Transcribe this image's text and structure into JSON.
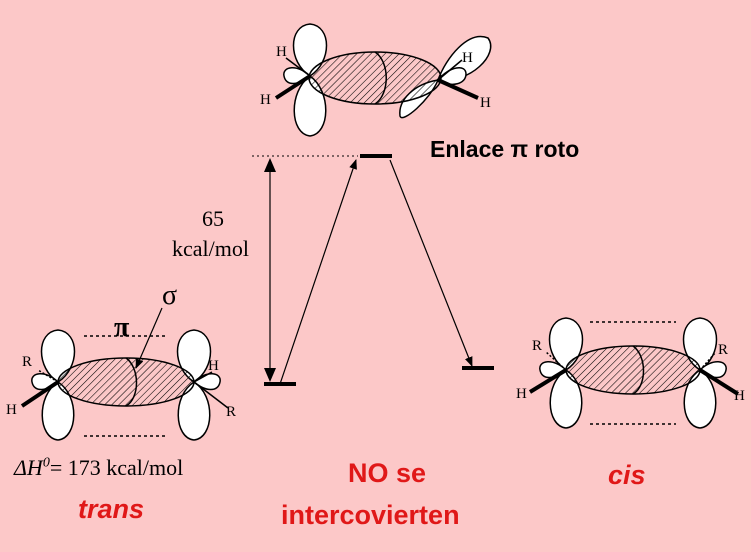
{
  "energy": {
    "value": "65",
    "unit": "kcal/mol"
  },
  "broken_bond_label": "Enlace π roto",
  "trans_molecule": {
    "pi_label": "π",
    "sigma_label": "σ",
    "substituents": [
      "R",
      "H",
      "H",
      "R"
    ],
    "enthalpy_label": "ΔH",
    "enthalpy_superscript": "0",
    "enthalpy_value": "= 173 kcal/mol",
    "name": "trans"
  },
  "cis_molecule": {
    "substituents": [
      "R",
      "R",
      "H",
      "H"
    ],
    "name": "cis"
  },
  "top_molecule": {
    "substituents": [
      "H",
      "H",
      "H",
      "H"
    ]
  },
  "conclusion": {
    "line1": "NO se",
    "line2": "intercovierten"
  },
  "colors": {
    "background": "#fcc8c8",
    "highlight_red": "#e01818"
  }
}
